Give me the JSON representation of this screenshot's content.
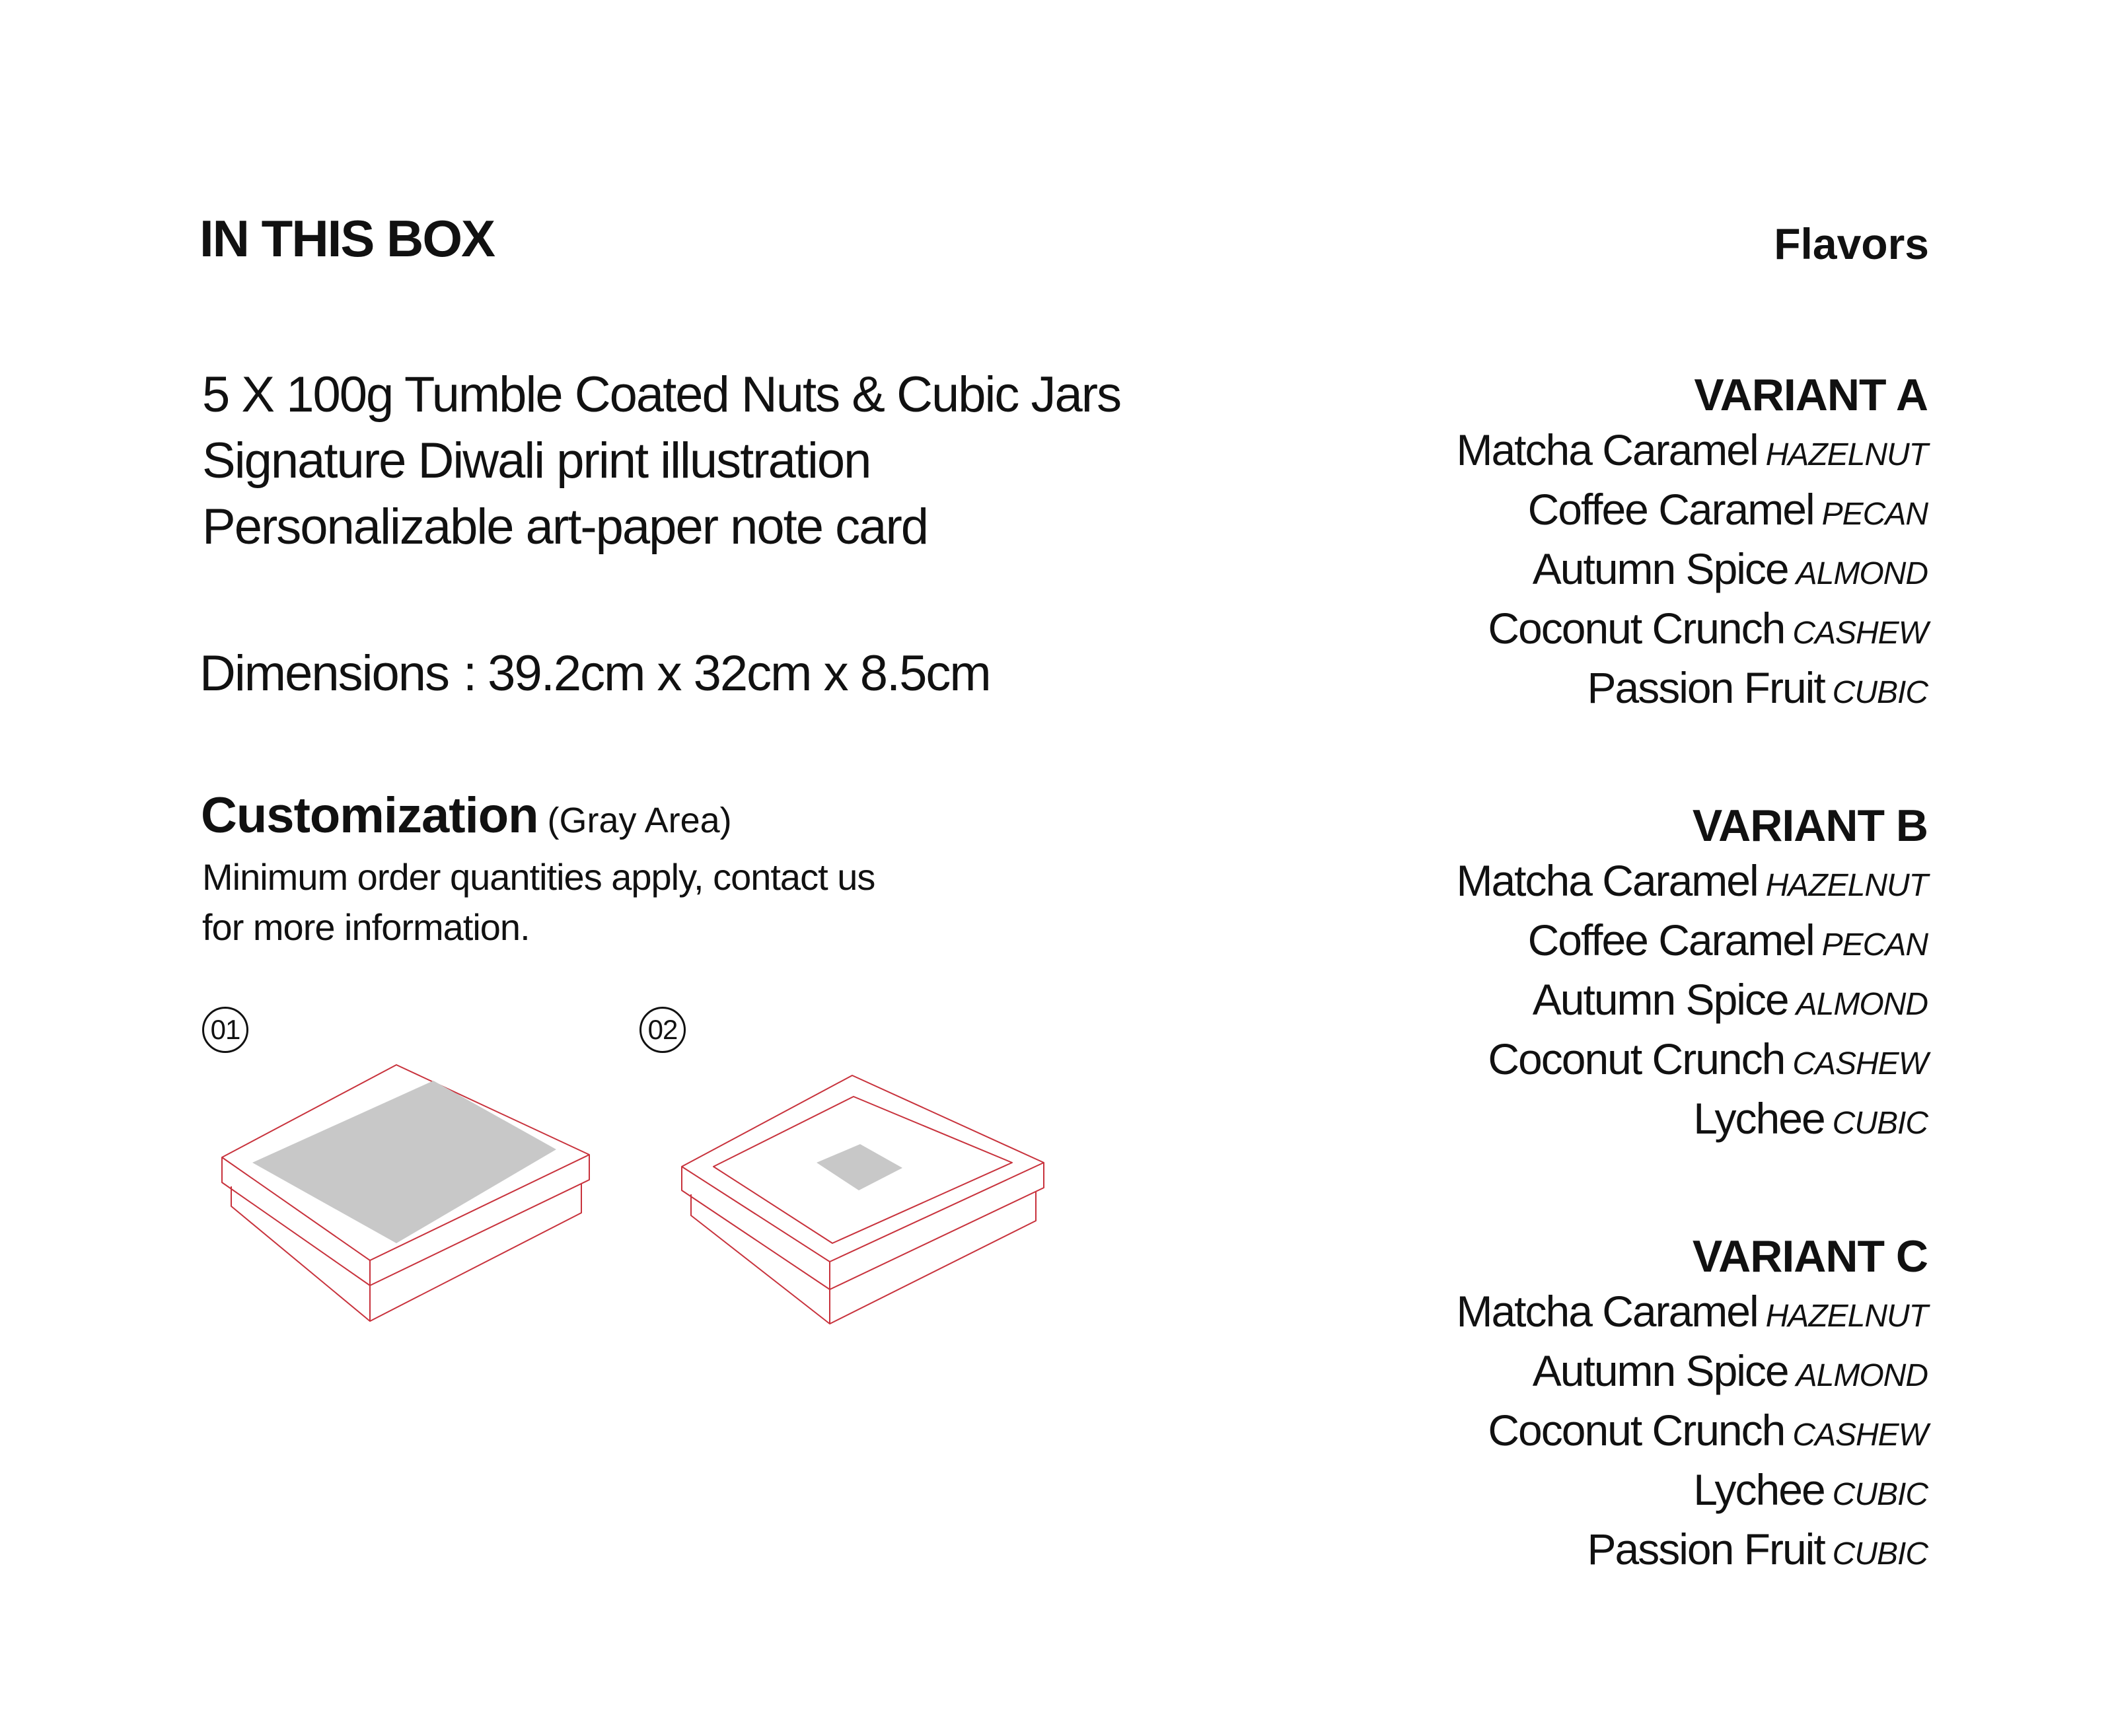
{
  "box": {
    "title": "IN THIS BOX",
    "contents": [
      "5 X 100g Tumble Coated Nuts & Cubic Jars",
      "Signature Diwali print illustration",
      "Personalizable art-paper note card"
    ],
    "dimensions_label": "Dimensions",
    "dimensions_sep": ":",
    "dimensions_value": "39.2cm x 32cm x 8.5cm"
  },
  "customization": {
    "title": "Customization",
    "note": "(Gray Area)",
    "description": [
      "Minimum order quantities apply, contact us",
      "for more information."
    ],
    "options": [
      {
        "number": "01",
        "icon": "box-lid-gray-top-icon"
      },
      {
        "number": "02",
        "icon": "box-lid-gray-center-square-icon"
      }
    ]
  },
  "colors": {
    "line": "#c8323c",
    "gray_area": "#c8c8c8",
    "text": "#111111"
  },
  "flavors": {
    "title": "Flavors",
    "variants": [
      {
        "name": "VARIANT A",
        "items": [
          {
            "flavor": "Matcha Caramel",
            "nut": "HAZELNUT"
          },
          {
            "flavor": "Coffee Caramel",
            "nut": "PECAN"
          },
          {
            "flavor": "Autumn Spice",
            "nut": "ALMOND"
          },
          {
            "flavor": "Coconut Crunch",
            "nut": "CASHEW"
          },
          {
            "flavor": "Passion Fruit",
            "nut": "CUBIC"
          }
        ]
      },
      {
        "name": "VARIANT B",
        "items": [
          {
            "flavor": "Matcha Caramel",
            "nut": "HAZELNUT"
          },
          {
            "flavor": "Coffee Caramel",
            "nut": "PECAN"
          },
          {
            "flavor": "Autumn Spice",
            "nut": "ALMOND"
          },
          {
            "flavor": "Coconut Crunch",
            "nut": "CASHEW"
          },
          {
            "flavor": "Lychee",
            "nut": "CUBIC"
          }
        ]
      },
      {
        "name": "VARIANT C",
        "items": [
          {
            "flavor": "Matcha Caramel",
            "nut": "HAZELNUT"
          },
          {
            "flavor": "Autumn Spice",
            "nut": "ALMOND"
          },
          {
            "flavor": "Coconut Crunch",
            "nut": "CASHEW"
          },
          {
            "flavor": "Lychee",
            "nut": "CUBIC"
          },
          {
            "flavor": "Passion Fruit",
            "nut": "CUBIC"
          }
        ]
      }
    ]
  }
}
